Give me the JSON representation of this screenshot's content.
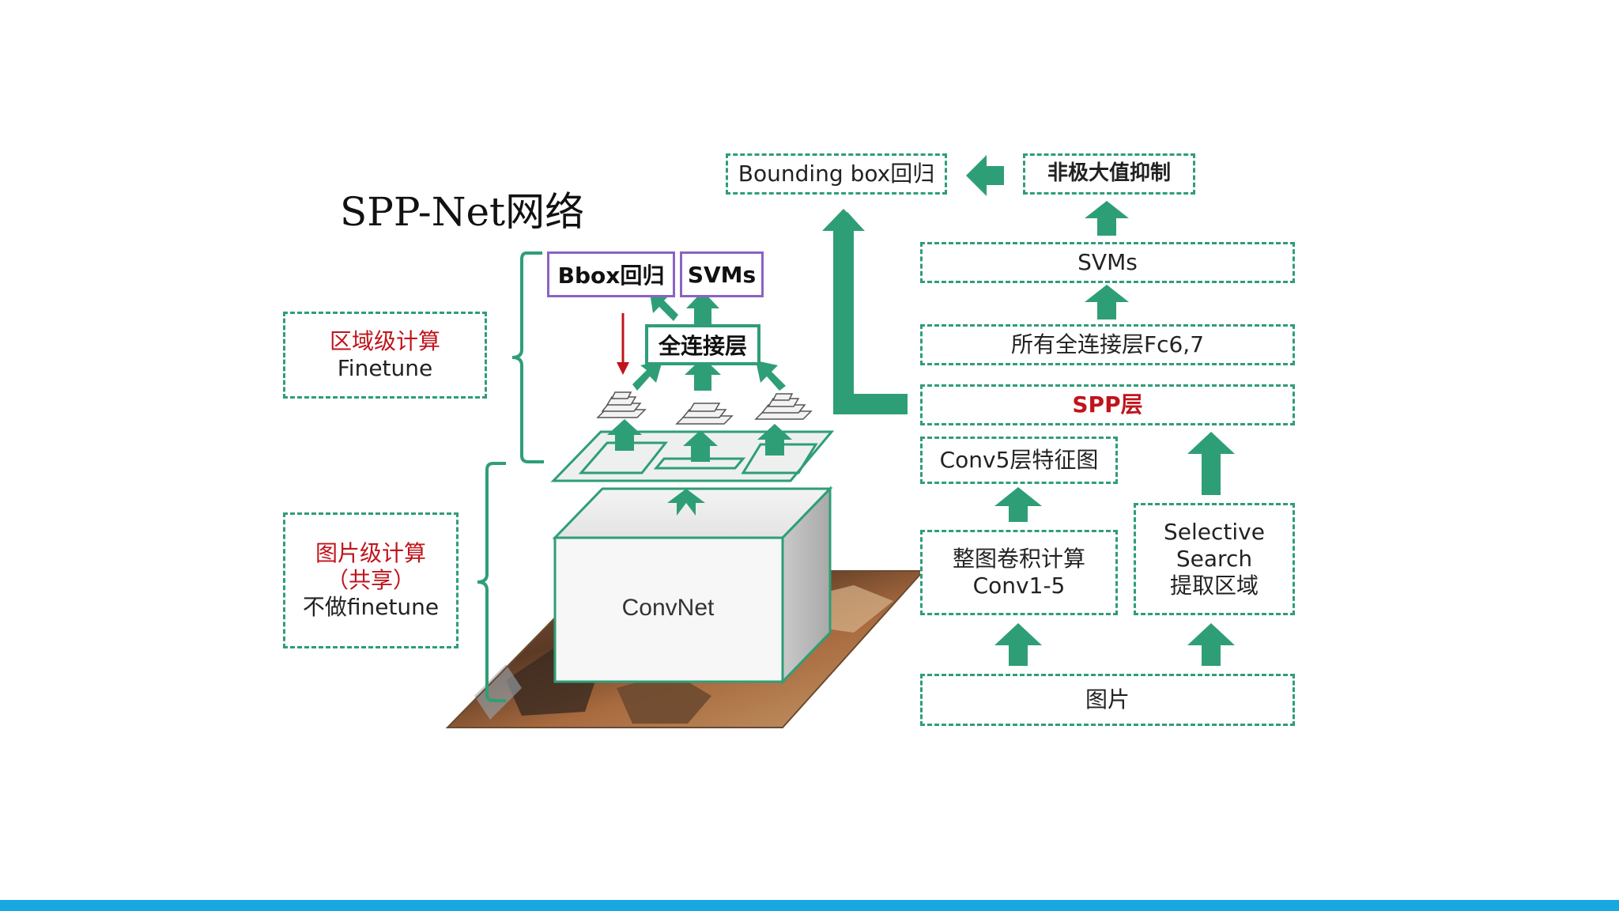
{
  "title": "SPP-Net网络",
  "colors": {
    "accent_green": "#2e9e76",
    "purple": "#8a63c4",
    "red": "#c0141c",
    "bottom_bar": "#17a8e3"
  },
  "left_diagram": {
    "region_box": {
      "line1": "区域级计算",
      "line2": "Finetune"
    },
    "image_box": {
      "line1": "图片级计算",
      "line2": "（共享）",
      "line3": "不做finetune"
    },
    "bbox_label": "Bbox回归",
    "svms_label": "SVMs",
    "fc_label": "全连接层",
    "convnet_label": "ConvNet"
  },
  "right_flow": {
    "bounding_box": "Bounding box回归",
    "nms": "非极大值抑制",
    "svms": "SVMs",
    "fc": "所有全连接层Fc6,7",
    "spp": "SPP层",
    "conv5": "Conv5层特征图",
    "conv_whole_line1": "整图卷积计算",
    "conv_whole_line2": "Conv1-5",
    "ss_line1": "Selective",
    "ss_line2": "Search",
    "ss_line3": "提取区域",
    "image": "图片"
  }
}
